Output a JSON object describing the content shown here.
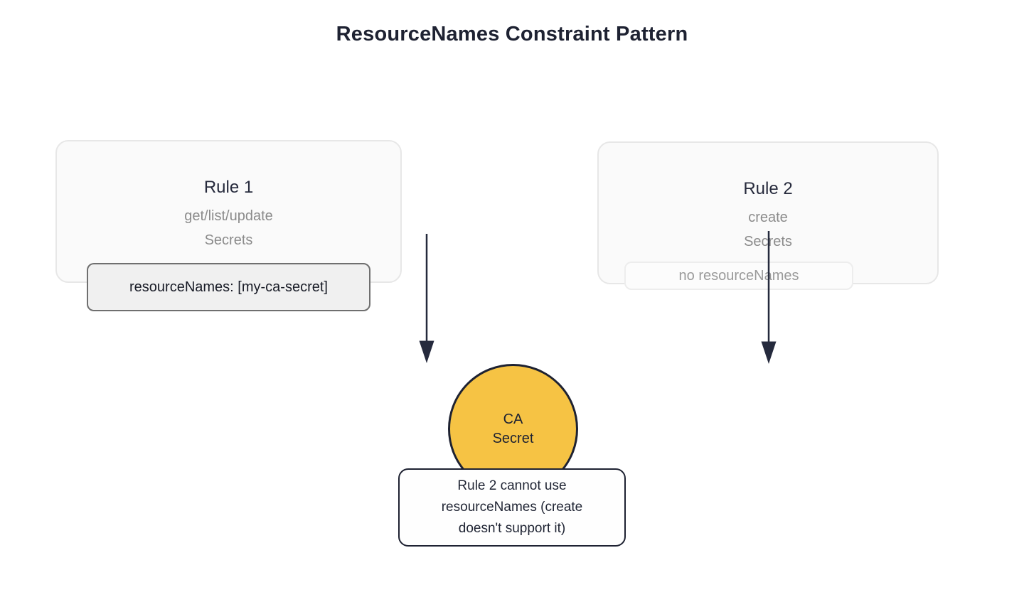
{
  "title": "ResourceNames Constraint Pattern",
  "colors": {
    "accent": "#F6C344",
    "ink": "#1E2232",
    "muted": "#8B8B8B"
  },
  "rule1": {
    "title": "Rule 1",
    "verbs": "get/list/update",
    "resource": "Secrets",
    "constraint": "resourceNames: [my-ca-secret]"
  },
  "rule2": {
    "title": "Rule 2",
    "verbs": "create",
    "resource": "Secrets",
    "constraint": "no resourceNames"
  },
  "target": {
    "lines": [
      "CA",
      "Secret"
    ]
  },
  "note": {
    "lines": [
      "Rule 2 cannot use",
      "resourceNames (create",
      "doesn't support it)"
    ]
  }
}
